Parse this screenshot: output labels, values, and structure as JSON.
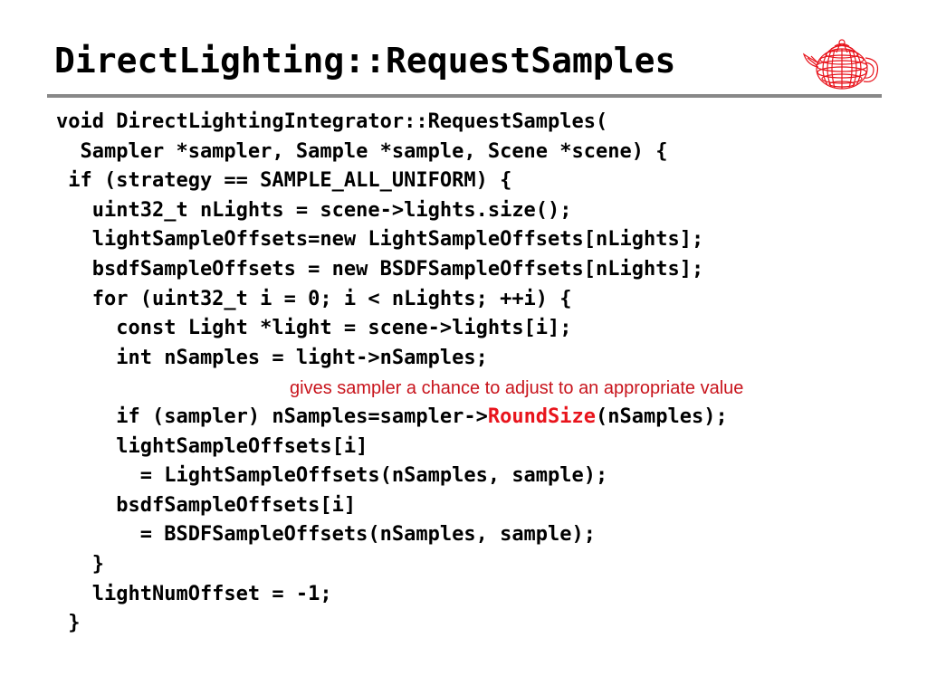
{
  "slide": {
    "title": "DirectLighting::RequestSamples",
    "logo_icon": "wireframe-teapot-icon",
    "accent_color": "#e8141c",
    "annotation": "gives sampler a chance to adjust to an appropriate value"
  },
  "code": {
    "lines": [
      {
        "text": "void DirectLightingIntegrator::RequestSamples("
      },
      {
        "text": "  Sampler *sampler, Sample *sample, Scene *scene) {"
      },
      {
        "text": " if (strategy == SAMPLE_ALL_UNIFORM) {"
      },
      {
        "text": "   uint32_t nLights = scene->lights.size();"
      },
      {
        "text": "   lightSampleOffsets=new LightSampleOffsets[nLights];"
      },
      {
        "text": "   bsdfSampleOffsets = new BSDFSampleOffsets[nLights];"
      },
      {
        "text": "   for (uint32_t i = 0; i < nLights; ++i) {"
      },
      {
        "text": "     const Light *light = scene->lights[i];"
      },
      {
        "text": "     int nSamples = light->nSamples;"
      },
      {
        "pre": "     if (sampler) nSamples=sampler->",
        "highlight": "RoundSize",
        "post": "(nSamples);"
      },
      {
        "text": "     lightSampleOffsets[i]"
      },
      {
        "text": "       = LightSampleOffsets(nSamples, sample);"
      },
      {
        "text": "     bsdfSampleOffsets[i]"
      },
      {
        "text": "       = BSDFSampleOffsets(nSamples, sample);"
      },
      {
        "text": "   }"
      },
      {
        "text": "   lightNumOffset = -1;"
      },
      {
        "text": " }"
      }
    ]
  }
}
